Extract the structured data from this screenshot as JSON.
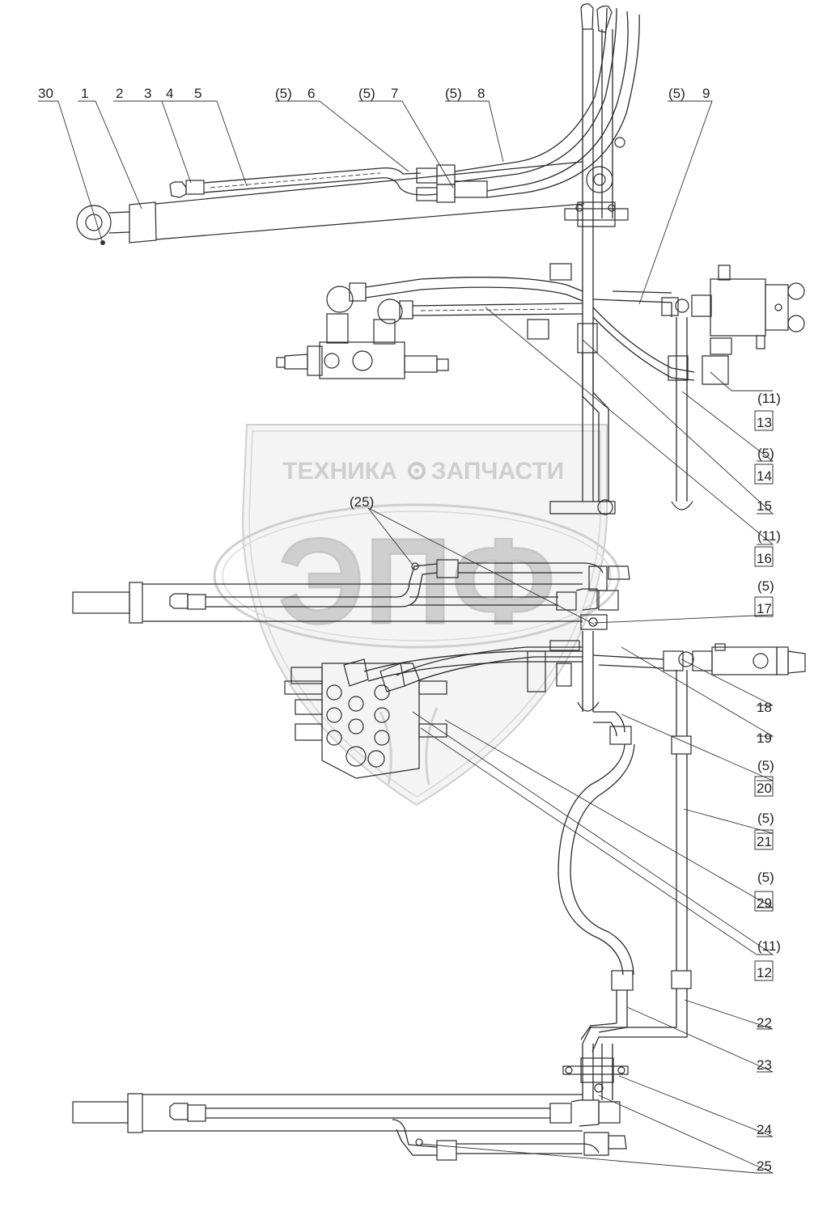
{
  "watermark": {
    "top_text_left": "ТЕХНИКА",
    "top_text_right": "ЗАПЧАСТИ",
    "big_text": "ЭПФ",
    "gear_icon": "gear-icon"
  },
  "top_labels": [
    "30",
    "1",
    "2",
    "3",
    "4",
    "5",
    "(5)",
    "6",
    "(5)",
    "7",
    "(5)",
    "8",
    "(5)",
    "9"
  ],
  "right_labels": [
    {
      "upper": "(11)",
      "lower": "13"
    },
    {
      "upper": "(5)",
      "lower": "14"
    },
    {
      "upper": "",
      "lower": "15"
    },
    {
      "upper": "(11)",
      "lower": "16"
    },
    {
      "upper": "(5)",
      "lower": "17"
    },
    {
      "upper": "",
      "lower": "18"
    },
    {
      "upper": "",
      "lower": "19"
    },
    {
      "upper": "(5)",
      "lower": "20"
    },
    {
      "upper": "(5)",
      "lower": "21"
    },
    {
      "upper": "(5)",
      "lower": "29"
    },
    {
      "upper": "(11)",
      "lower": "12"
    },
    {
      "upper": "",
      "lower": "22"
    },
    {
      "upper": "",
      "lower": "23"
    },
    {
      "upper": "",
      "lower": "24"
    },
    {
      "upper": "",
      "lower": "25"
    }
  ],
  "mid_label": "(25)"
}
